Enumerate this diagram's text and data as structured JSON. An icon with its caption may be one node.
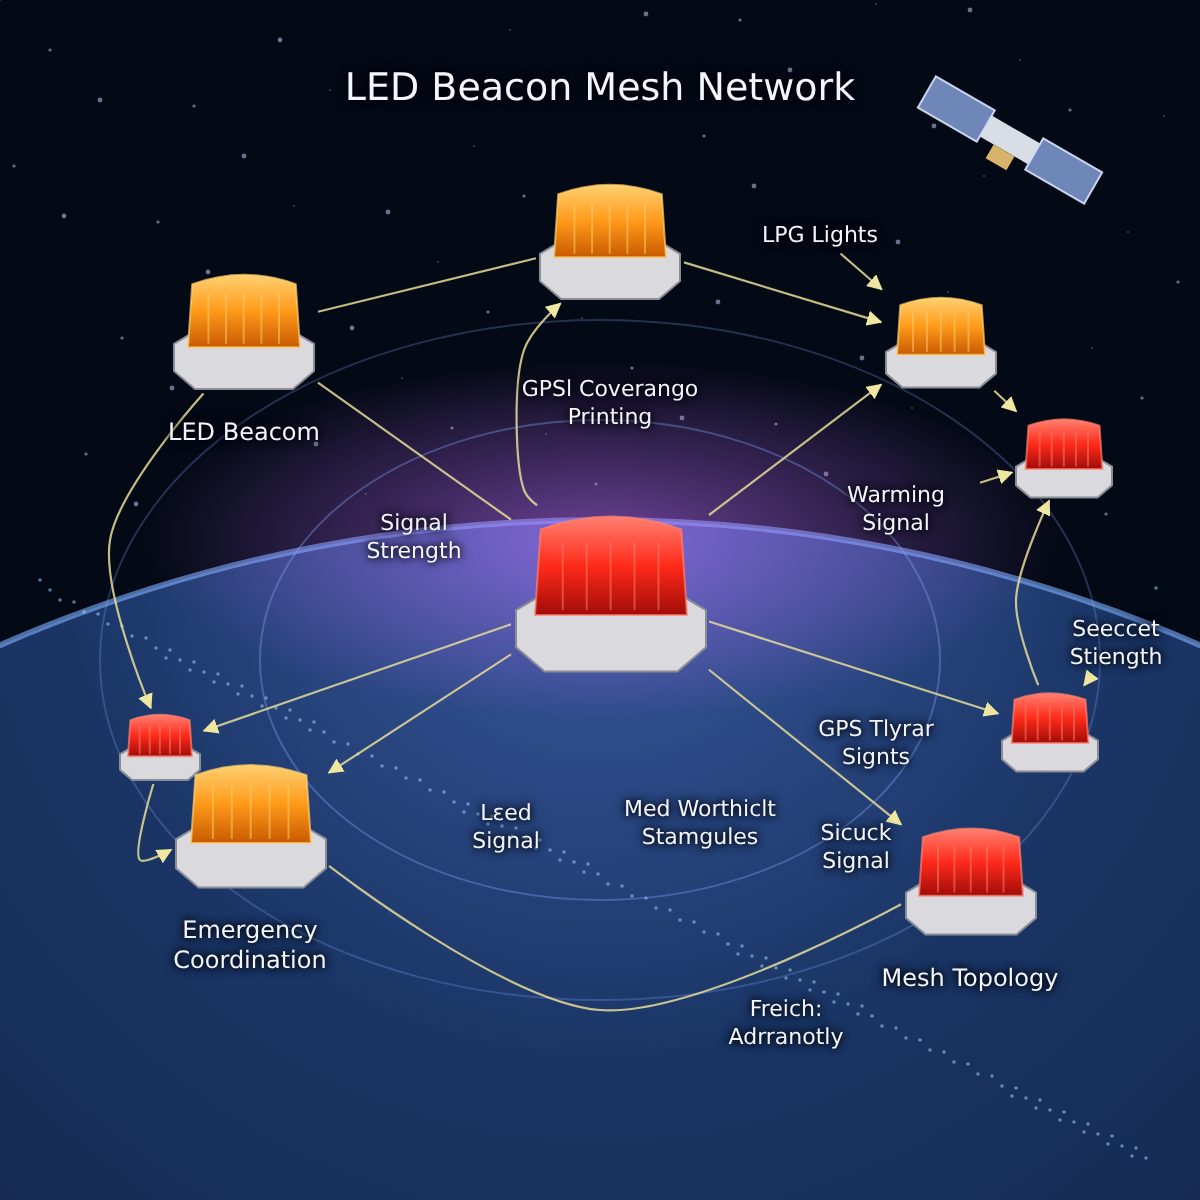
{
  "diagram": {
    "title": "LED Beacon Mesh Network",
    "nodes": [
      {
        "text": [],
        "shape": "picture"
      },
      {
        "text": [
          "LED Beacom"
        ]
      },
      {
        "text": [],
        "shape": "picture"
      },
      {
        "text": [],
        "shape": "picture"
      },
      {
        "text": [],
        "shape": "picture"
      },
      {
        "text": [],
        "shape": "picture"
      },
      {
        "text": [
          "Emergency Coordination"
        ]
      },
      {
        "text": [],
        "shape": "picture"
      },
      {
        "text": [
          "Mesh Topology"
        ]
      },
      {
        "text": [
          "LPG Lights"
        ]
      },
      {
        "text": [
          "Warming Signal"
        ]
      },
      {
        "text": [
          "Seeccet Stiength"
        ]
      }
    ],
    "edges": [
      {
        "from": 1,
        "to": 0,
        "arrow": "none"
      },
      {
        "from": 0,
        "to": 2,
        "arrow": "to"
      },
      {
        "from": 2,
        "to": 3,
        "arrow": "to"
      },
      {
        "from": 4,
        "to": 2,
        "arrow": "to"
      },
      {
        "from": 1,
        "to": 4,
        "arrow": "none"
      },
      {
        "from": 4,
        "to": 0,
        "arrow": "to"
      },
      {
        "from": 1,
        "to": 5,
        "arrow": "to"
      },
      {
        "from": 4,
        "to": 5,
        "arrow": "to"
      },
      {
        "from": 5,
        "to": 6,
        "arrow": "to"
      },
      {
        "from": 4,
        "to": 6,
        "arrow": "to"
      },
      {
        "from": 6,
        "to": 8,
        "arrow": "none"
      },
      {
        "from": 4,
        "to": 7,
        "arrow": "to"
      },
      {
        "from": 4,
        "to": 8,
        "arrow": "to"
      },
      {
        "from": 7,
        "to": 3,
        "arrow": "to"
      },
      {
        "from": 9,
        "to": 2,
        "arrow": "to"
      },
      {
        "from": 10,
        "to": 3,
        "arrow": "to"
      },
      {
        "from": 11,
        "to": 7,
        "arrow": "to"
      }
    ],
    "labels": [
      "GPSl Coverango Printing",
      "Signal Strength",
      "GPS Tlyrar Signts",
      "Lεed Signal",
      "Med Worthiclt Stamgules",
      "Sicuck Signal",
      "Freich: Adrranotly"
    ]
  }
}
